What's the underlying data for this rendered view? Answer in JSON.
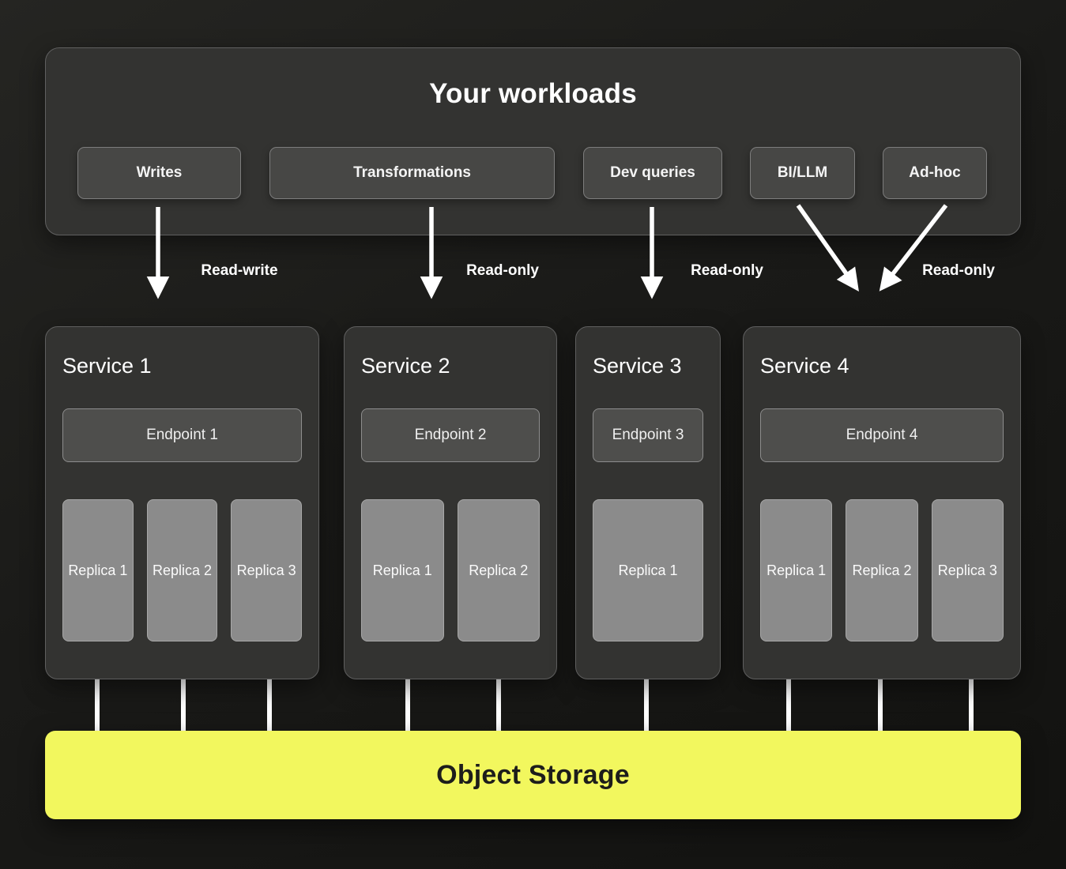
{
  "workloads": {
    "title": "Your workloads",
    "items": [
      {
        "label": "Writes"
      },
      {
        "label": "Transformations"
      },
      {
        "label": "Dev queries"
      },
      {
        "label": "BI/LLM"
      },
      {
        "label": "Ad-hoc"
      }
    ]
  },
  "arrows": {
    "labels": [
      {
        "text": "Read-write"
      },
      {
        "text": "Read-only"
      },
      {
        "text": "Read-only"
      },
      {
        "text": "Read-only"
      }
    ]
  },
  "services": [
    {
      "title": "Service 1",
      "endpoint": "Endpoint 1",
      "replicas": [
        "Replica 1",
        "Replica 2",
        "Replica 3"
      ]
    },
    {
      "title": "Service 2",
      "endpoint": "Endpoint 2",
      "replicas": [
        "Replica 1",
        "Replica 2"
      ]
    },
    {
      "title": "Service 3",
      "endpoint": "Endpoint 3",
      "replicas": [
        "Replica 1"
      ]
    },
    {
      "title": "Service 4",
      "endpoint": "Endpoint 4",
      "replicas": [
        "Replica 1",
        "Replica 2",
        "Replica 3"
      ]
    }
  ],
  "storage": {
    "title": "Object Storage",
    "accent_color": "#f2f75e"
  },
  "colors": {
    "panel_bg": "#333331",
    "button_bg": "#474745",
    "replica_bg": "#8b8b8b",
    "arrow": "#ffffff",
    "background": "#1a1a18"
  }
}
